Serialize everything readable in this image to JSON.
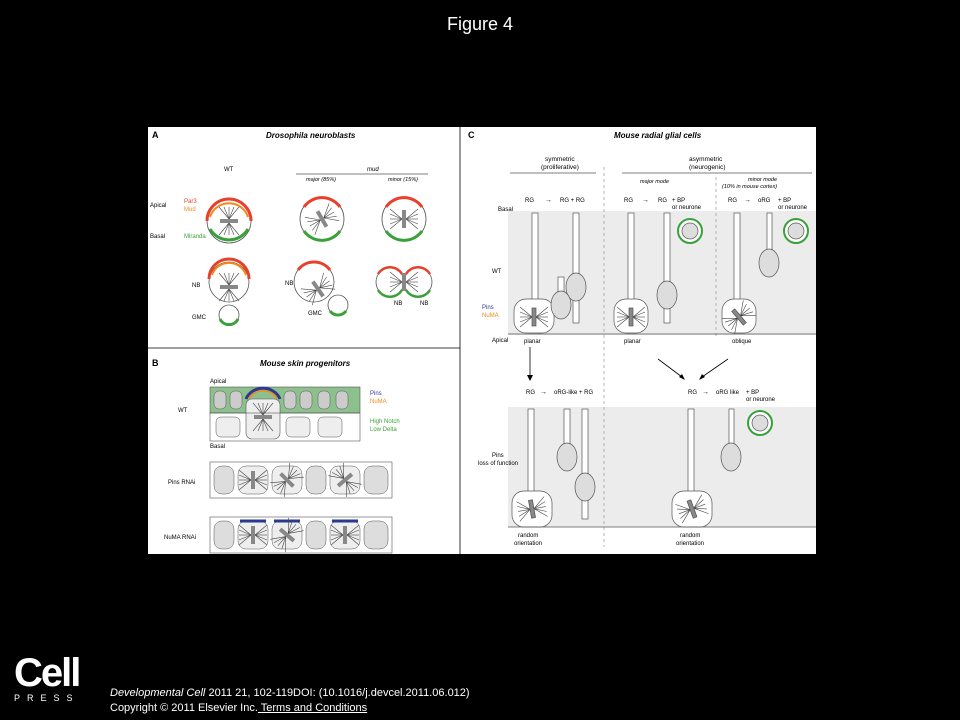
{
  "page": {
    "title": "Figure 4"
  },
  "figure": {
    "panelA": {
      "letter": "A",
      "title": "Drosophila neuroblasts",
      "wt": "WT",
      "mud": "mud",
      "major": "major (85%)",
      "minor": "minor (15%)",
      "apical": "Apical",
      "basal": "Basal",
      "par3": "Par3",
      "mudLabel": "Mud",
      "miranda": "Miranda",
      "nb": "NB",
      "gmc": "GMC"
    },
    "panelB": {
      "letter": "B",
      "title": "Mouse skin progenitors",
      "apical": "Apical",
      "basal": "Basal",
      "wt": "WT",
      "pins": "Pins",
      "numa": "NuMA",
      "highNotch": "High Notch",
      "lowDelta": "Low Delta",
      "pinsRnai": "Pins RNAi",
      "numaRnai": "NuMA RNAi"
    },
    "panelC": {
      "letter": "C",
      "title": "Mouse radial glial cells",
      "symmetric": "symmetric",
      "proliferative": "(proliferative)",
      "asymmetric": "asymmetric",
      "neurogenic": "(neurogenic)",
      "majorMode": "major mode",
      "minorMode": "minor mode",
      "minorModeNote": "(10% in mouse cortex)",
      "basal": "Basal",
      "apical": "Apical",
      "wt": "WT",
      "pins": "Pins",
      "numa": "NuMA",
      "rg": "RG",
      "rgPlusRg": "RG + RG",
      "plusBp": "+ BP",
      "orNeurone": "or neurone",
      "org": "oRG",
      "planar": "planar",
      "oblique": "oblique",
      "orgLikePlusRg": "oRG-like + RG",
      "orgLike": "oRG like",
      "pinsLoss": "Pins",
      "lossOfFunction": "loss of function",
      "random": "random",
      "orientation": "orientation"
    }
  },
  "logo": {
    "text": "Cell",
    "press": "PRESS"
  },
  "citation": {
    "journal": "Developmental Cell",
    "details": " 2011 21, 102-119DOI: (10.1016/j.devcel.2011.06.012)",
    "copyright": "Copyright © 2011 Elsevier Inc.",
    "link": " Terms and Conditions"
  },
  "colors": {
    "par3": "#e8402a",
    "mud": "#f08a1c",
    "miranda": "#3aa13a",
    "pins": "#2b3a8f",
    "numa": "#f0a030",
    "grey": "#bfbfbf"
  }
}
